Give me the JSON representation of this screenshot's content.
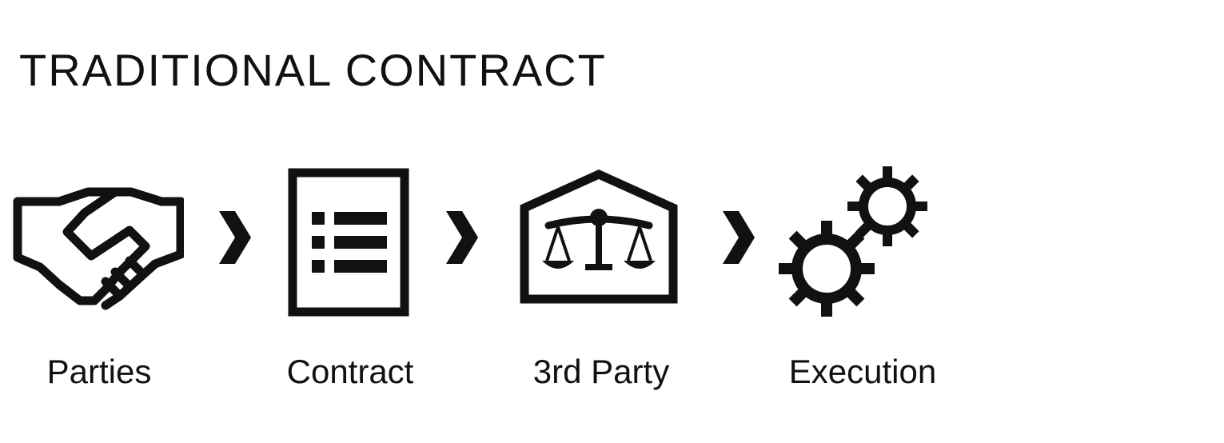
{
  "title": "TRADITIONAL  CONTRACT",
  "steps": [
    {
      "label": "Parties",
      "icon": "handshake-icon"
    },
    {
      "label": "Contract",
      "icon": "document-list-icon"
    },
    {
      "label": "3rd Party",
      "icon": "courthouse-scales-icon"
    },
    {
      "label": "Execution",
      "icon": "gears-icon"
    }
  ],
  "connector_icon": "chevron-right-icon",
  "colors": {
    "ink": "#111111",
    "background": "#ffffff"
  }
}
